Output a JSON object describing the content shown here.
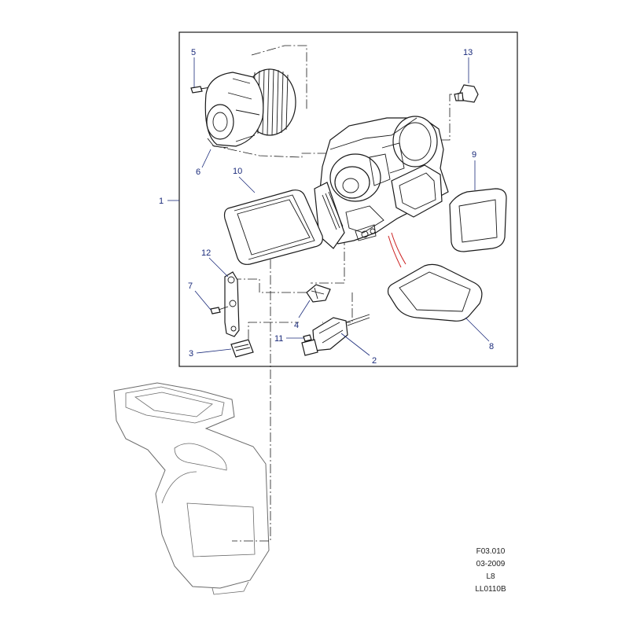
{
  "diagram": {
    "callouts": [
      {
        "id": "c1",
        "text": "1"
      },
      {
        "id": "c2",
        "text": "2"
      },
      {
        "id": "c3",
        "text": "3"
      },
      {
        "id": "c4",
        "text": "4"
      },
      {
        "id": "c5",
        "text": "5"
      },
      {
        "id": "c6",
        "text": "6"
      },
      {
        "id": "c7",
        "text": "7"
      },
      {
        "id": "c8",
        "text": "8"
      },
      {
        "id": "c9",
        "text": "9"
      },
      {
        "id": "c10",
        "text": "10"
      },
      {
        "id": "c11",
        "text": "11"
      },
      {
        "id": "c12",
        "text": "12"
      },
      {
        "id": "c13",
        "text": "13"
      }
    ]
  },
  "footer": {
    "lines": [
      "F03.010",
      "03-2009",
      "L8",
      "LL0110B"
    ]
  },
  "colors": {
    "callout": "#1a2a7a",
    "line": "#1a1a1a",
    "accent_red": "#cc2222"
  }
}
